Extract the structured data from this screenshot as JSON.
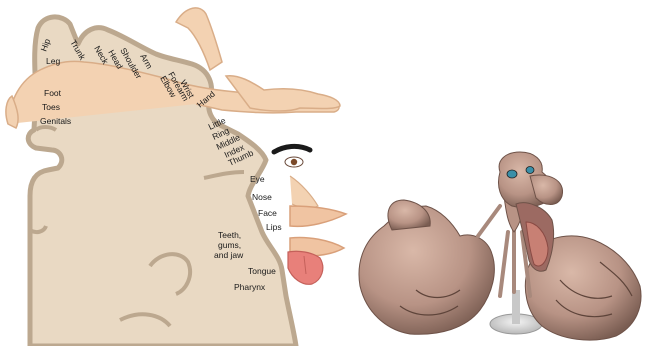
{
  "diagram": {
    "labels": {
      "hip": "Hip",
      "trunk": "Trunk",
      "neck": "Neck",
      "head": "Head",
      "shoulder": "Shoulder",
      "arm": "Arm",
      "leg": "Leg",
      "elbow": "Elbow",
      "forearm": "Forearm",
      "wrist": "Wrist",
      "foot": "Foot",
      "toes": "Toes",
      "genitals": "Genitals",
      "hand": "Hand",
      "little": "Little",
      "ring": "Ring",
      "middle": "Middle",
      "index": "Index",
      "thumb": "Thumb",
      "eye": "Eye",
      "nose": "Nose",
      "face": "Face",
      "lips": "Lips",
      "teeth_line1": "Teeth,",
      "teeth_line2": "gums,",
      "teeth_line3": "and jaw",
      "tongue": "Tongue",
      "pharynx": "Pharynx"
    },
    "colors": {
      "cortex_fill": "#e9d9c3",
      "cortex_stroke": "#bca88f",
      "skin": "#f3d2b2",
      "skin_stroke": "#d9ad88",
      "tongue": "#e8807a",
      "model_skin": "#b89385"
    }
  }
}
